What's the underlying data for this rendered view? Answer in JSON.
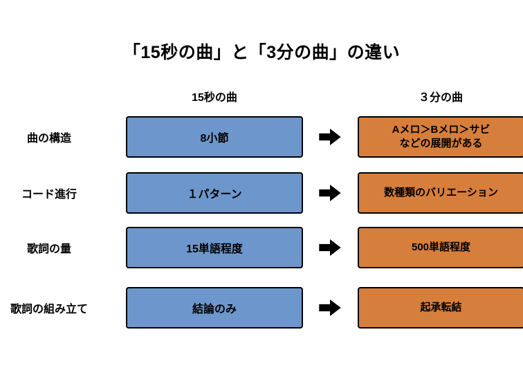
{
  "title": "「15秒の曲」と「3分の曲」の違い",
  "columns": {
    "left": "15秒の曲",
    "right": "３分の曲"
  },
  "rows": [
    {
      "label": "曲の構造",
      "left": "8小節",
      "right": "Aメロ＞Bメロ＞サビ\nなどの展開がある"
    },
    {
      "label": "コード進行",
      "left": "１パターン",
      "right": "数種類のバリエーション"
    },
    {
      "label": "歌詞の量",
      "left": "15単語程度",
      "right": "500単語程度"
    },
    {
      "label": "歌詞の組み立て",
      "left": "結論のみ",
      "right": "起承転結"
    }
  ],
  "icons": {
    "arrow": "right-block-arrow-icon"
  },
  "colors": {
    "background": "#FFFFFF",
    "left_box": "#6D97CC",
    "right_box": "#D67E3C",
    "border": "#000000",
    "arrow": "#000000",
    "text": "#000000"
  }
}
